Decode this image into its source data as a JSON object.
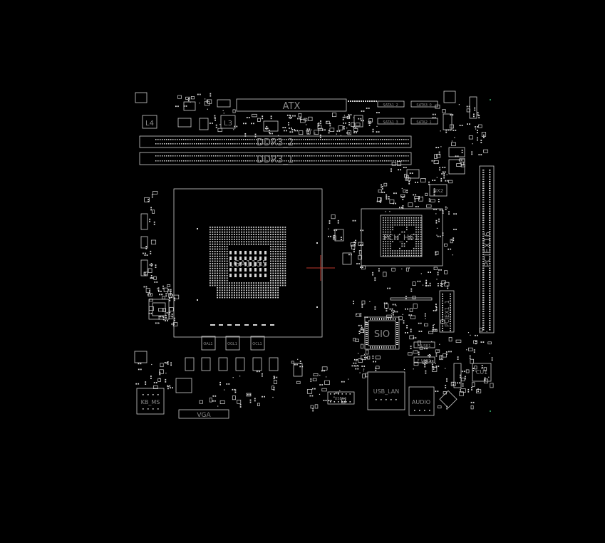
{
  "colors": {
    "background": "#000000",
    "outline": "#cfcfcf",
    "pad": "#d8d8d8",
    "label": "#8a8a8a",
    "cursor": "#c0392b",
    "marker": "#2e8b57"
  },
  "labels": {
    "atx": "ATX",
    "ddr3_2": "DDR3_2",
    "ddr3_1": "DDR3_1",
    "l4": "L4",
    "l3": "L3",
    "sata_a1": "SATA1_2",
    "sata_a2": "SATA3_0",
    "sata_b1": "SATA1_3",
    "sata_b2": "SATA2_1",
    "cpu": "LGA1155",
    "pch": "PCH_H61",
    "pciex16": "PCIEX16",
    "pciex1": "PCIEX1_1",
    "sio": "SIO",
    "usb_lan": "USB_LAN",
    "audio": "AUDIO",
    "kb_ms": "KB_MS",
    "vga": "VGA",
    "cu1": "CU1",
    "nx2": "NX2",
    "oal1": "OAL1",
    "ogl1": "OGL1",
    "ocl1": "OCL1",
    "f_usb1": "F_USB1",
    "f_usb2": "F_USB2",
    "jusb": "USB56"
  }
}
